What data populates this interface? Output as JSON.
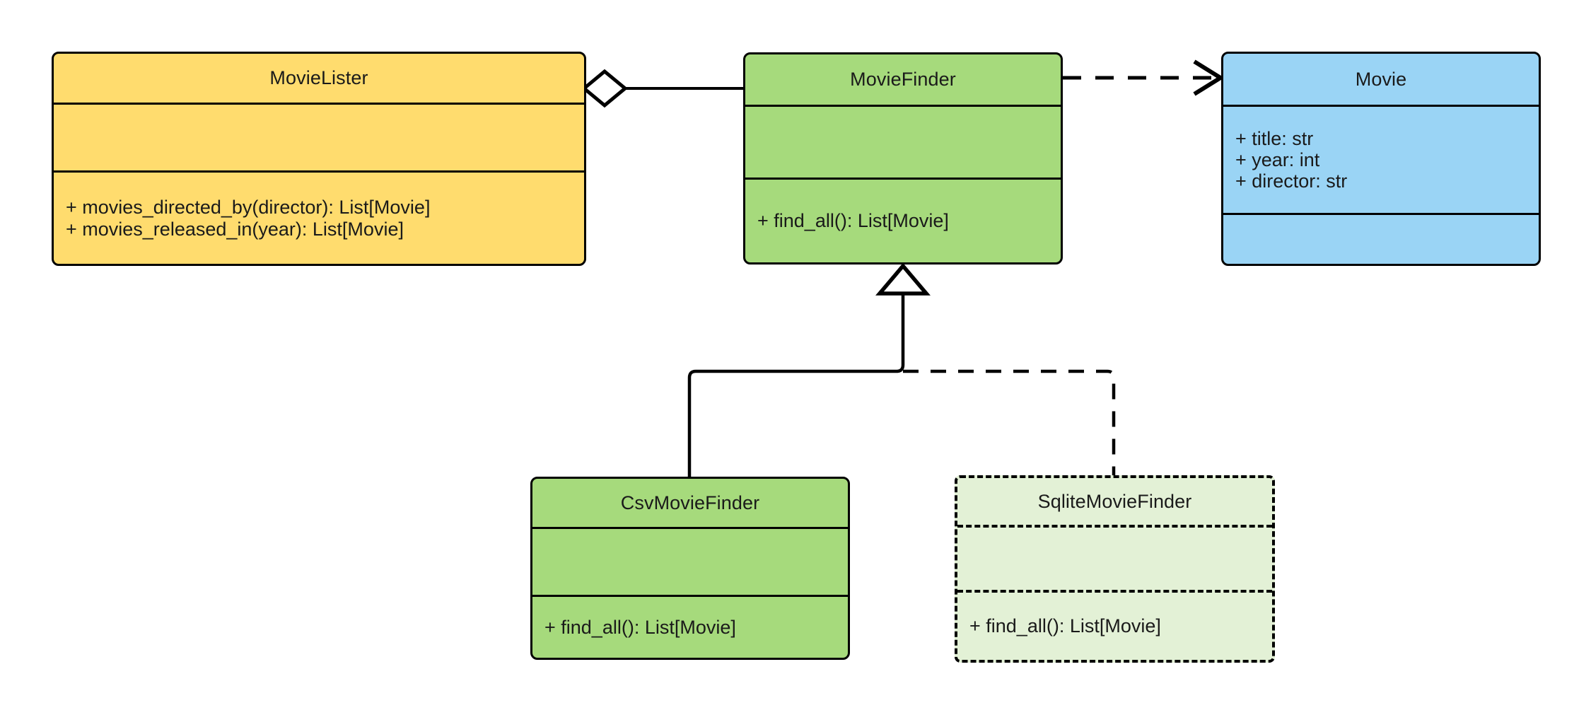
{
  "diagram": {
    "title": "MovieLister dependency injection UML class diagram",
    "type": "uml-class-diagram",
    "background": "#ffffff",
    "line_color": "#000000"
  },
  "palette": {
    "yellow_fill": "#FFDC6E",
    "green_fill": "#A6DA7C",
    "blue_fill": "#9AD4F5",
    "pale_green_fill": "#E3F1D6",
    "stroke": "#000000",
    "text": "#1a1a1a"
  },
  "classes": [
    {
      "id": "movie-lister",
      "name": "MovieLister",
      "fill": "#FFDC6E",
      "border_style": "solid",
      "attributes": [],
      "methods": [
        "+ movies_directed_by(director): List[Movie]",
        "+ movies_released_in(year): List[Movie]"
      ]
    },
    {
      "id": "movie-finder",
      "name": "MovieFinder",
      "fill": "#A6DA7C",
      "border_style": "solid",
      "attributes": [],
      "methods": [
        "+ find_all(): List[Movie]"
      ]
    },
    {
      "id": "movie",
      "name": "Movie",
      "fill": "#9AD4F5",
      "border_style": "solid",
      "attributes": [
        "+ title: str",
        "+ year: int",
        "+ director: str"
      ],
      "methods": []
    },
    {
      "id": "csv-movie-finder",
      "name": "CsvMovieFinder",
      "fill": "#A6DA7C",
      "border_style": "solid",
      "attributes": [],
      "methods": [
        "+ find_all(): List[Movie]"
      ]
    },
    {
      "id": "sqlite-movie-finder",
      "name": "SqliteMovieFinder",
      "fill": "#E3F1D6",
      "border_style": "dashed",
      "attributes": [],
      "methods": [
        "+ find_all(): List[Movie]"
      ]
    }
  ],
  "relationships": [
    {
      "id": "aggregation-lister-finder",
      "kind": "aggregation",
      "from": "MovieLister",
      "to": "MovieFinder",
      "line_style": "solid",
      "source_marker": "hollow-diamond",
      "target_marker": "none"
    },
    {
      "id": "dependency-finder-movie",
      "kind": "dependency",
      "from": "MovieFinder",
      "to": "Movie",
      "line_style": "dashed",
      "source_marker": "none",
      "target_marker": "open-arrow"
    },
    {
      "id": "generalization-csv-finder",
      "kind": "generalization",
      "from": "CsvMovieFinder",
      "to": "MovieFinder",
      "line_style": "solid",
      "source_marker": "none",
      "target_marker": "hollow-triangle"
    },
    {
      "id": "generalization-sqlite-finder",
      "kind": "generalization",
      "from": "SqliteMovieFinder",
      "to": "MovieFinder",
      "line_style": "dashed",
      "source_marker": "none",
      "target_marker": "hollow-triangle"
    }
  ]
}
